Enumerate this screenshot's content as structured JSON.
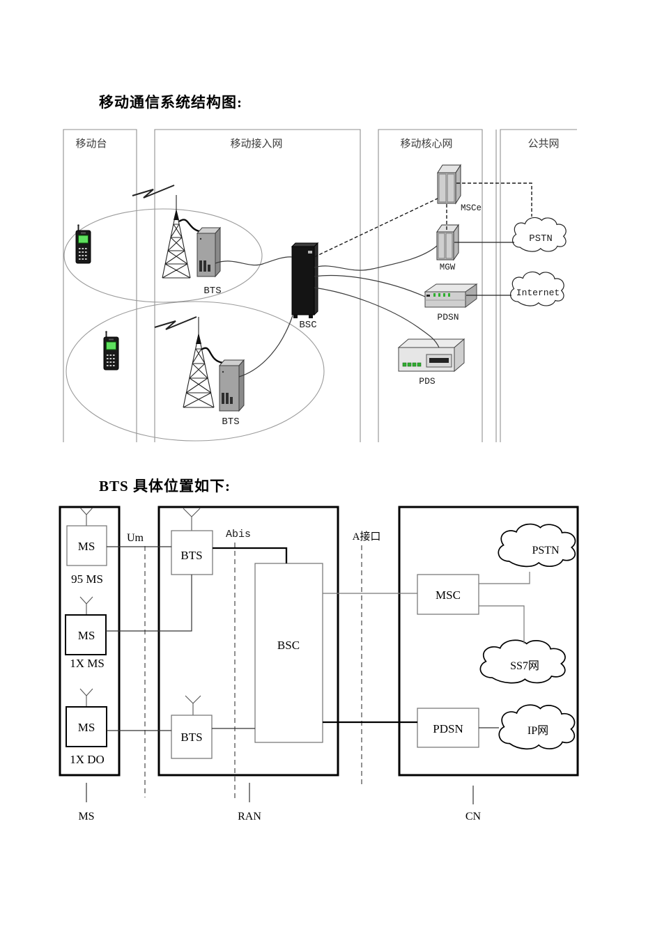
{
  "titles": {
    "diagram1": "移动通信系统结构图:",
    "diagram2": "BTS 具体位置如下:"
  },
  "diagram1": {
    "panels": [
      "移动台",
      "移动接入网",
      "移动核心网",
      "公共网"
    ],
    "devices": {
      "bts1": "BTS",
      "bts2": "BTS",
      "bsc": "BSC",
      "msce": "MSCe",
      "mgw": "MGW",
      "pdsn": "PDSN",
      "pds": "PDS"
    },
    "clouds": {
      "pstn": "PSTN",
      "internet": "Internet"
    }
  },
  "diagram2": {
    "boxes": {
      "ms1": "MS",
      "ms2": "MS",
      "ms3": "MS",
      "bts1": "BTS",
      "bts2": "BTS",
      "bsc": "BSC",
      "msc": "MSC",
      "pdsn": "PDSN"
    },
    "clouds": {
      "pstn": "PSTN",
      "ss7": "SS7网",
      "ip": "IP网"
    },
    "interfaces": {
      "um": "Um",
      "abis": "Abis",
      "a_interface": "A接口"
    },
    "ms_types": {
      "ms1": "95 MS",
      "ms2": "1X MS",
      "ms3": "1X DO"
    },
    "segments": {
      "ms": "MS",
      "ran": "RAN",
      "cn": "CN"
    }
  },
  "colors": {
    "led_green": "#2fae2f",
    "screen_green": "#5fe05f",
    "panel_gray": "#8f8f8f",
    "ink": "#000000"
  }
}
